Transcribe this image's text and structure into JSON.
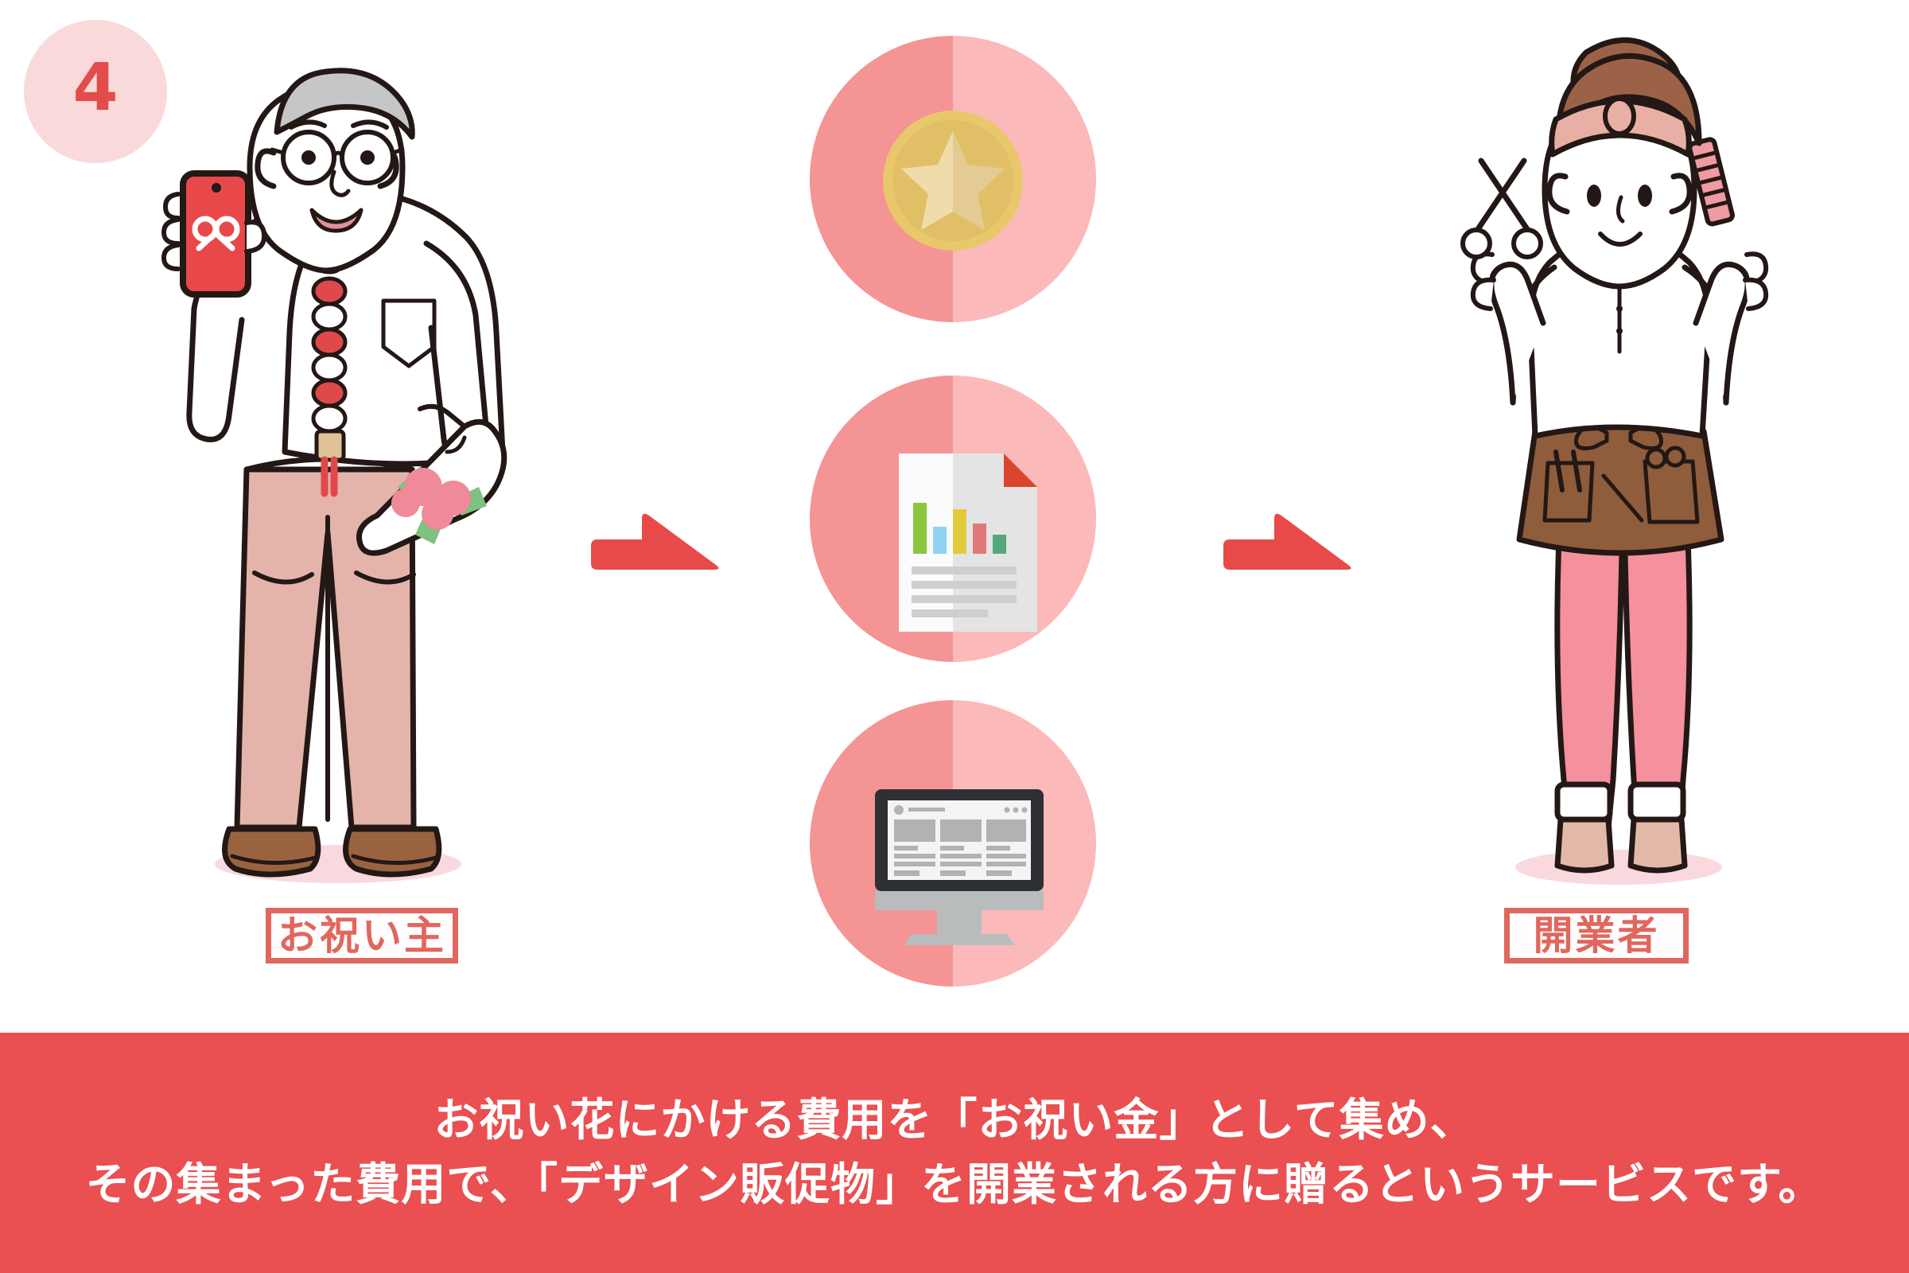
{
  "page": {
    "step_number": "4",
    "background_color": "#ffffff"
  },
  "colors": {
    "brand_red": "#ea4f51",
    "badge_bg": "#f9d9d9",
    "badge_text": "#e44b4b",
    "label_border": "#e0675e",
    "label_text": "#e0675e",
    "circle_left_half": "#f49494",
    "circle_right_half": "#fbb9ba",
    "arrow_red": "#e84a4a",
    "pants_pink": "#e4b4aa",
    "shoe_brown": "#9a6340",
    "apron_brown": "#8f5c3c",
    "leggings_pink": "#f4919c",
    "hair_brown": "#9c6248",
    "headband_pink": "#e8b0a4",
    "shadow_pink": "#f9d9dd"
  },
  "figures": {
    "left": {
      "name": "older-man-with-smartphone",
      "label": "お祝い主",
      "holding": [
        "smartphone",
        "flower-bouquet"
      ],
      "phone_screen_icon": "ribbon-bow-icon",
      "phone_color": "#e8484a"
    },
    "right": {
      "name": "hair-stylist-woman",
      "label": "開業者",
      "holding": [
        "scissors",
        "comb"
      ],
      "comb_color": "#f09aa3"
    }
  },
  "arrows": [
    {
      "name": "arrow-step-1",
      "direction": "right"
    },
    {
      "name": "arrow-step-2",
      "direction": "right"
    }
  ],
  "center_icons": [
    {
      "name": "gold-coin-star-icon",
      "caption": "",
      "colors": {
        "rim": "#e8c86a",
        "face": "#e0bf66",
        "star": "#ecd9a0"
      }
    },
    {
      "name": "report-document-chart-icon",
      "caption": "",
      "bar_colors": [
        "#8cc63e",
        "#8fd3f0",
        "#e2cb3a",
        "#e07878",
        "#56a87a"
      ],
      "fold_color": "#d9452d"
    },
    {
      "name": "desktop-website-icon",
      "caption": "",
      "colors": {
        "bezel": "#2e3033",
        "stand": "#b8bcbd",
        "screen": "#f2f2f2",
        "block": "#b0b2b3"
      }
    }
  ],
  "banner": {
    "line1": "お祝い花にかける費用を「お祝い金」として集め、",
    "line2": "その集まった費用で、「デザイン販促物」を開業される方に贈るというサービスです。"
  }
}
